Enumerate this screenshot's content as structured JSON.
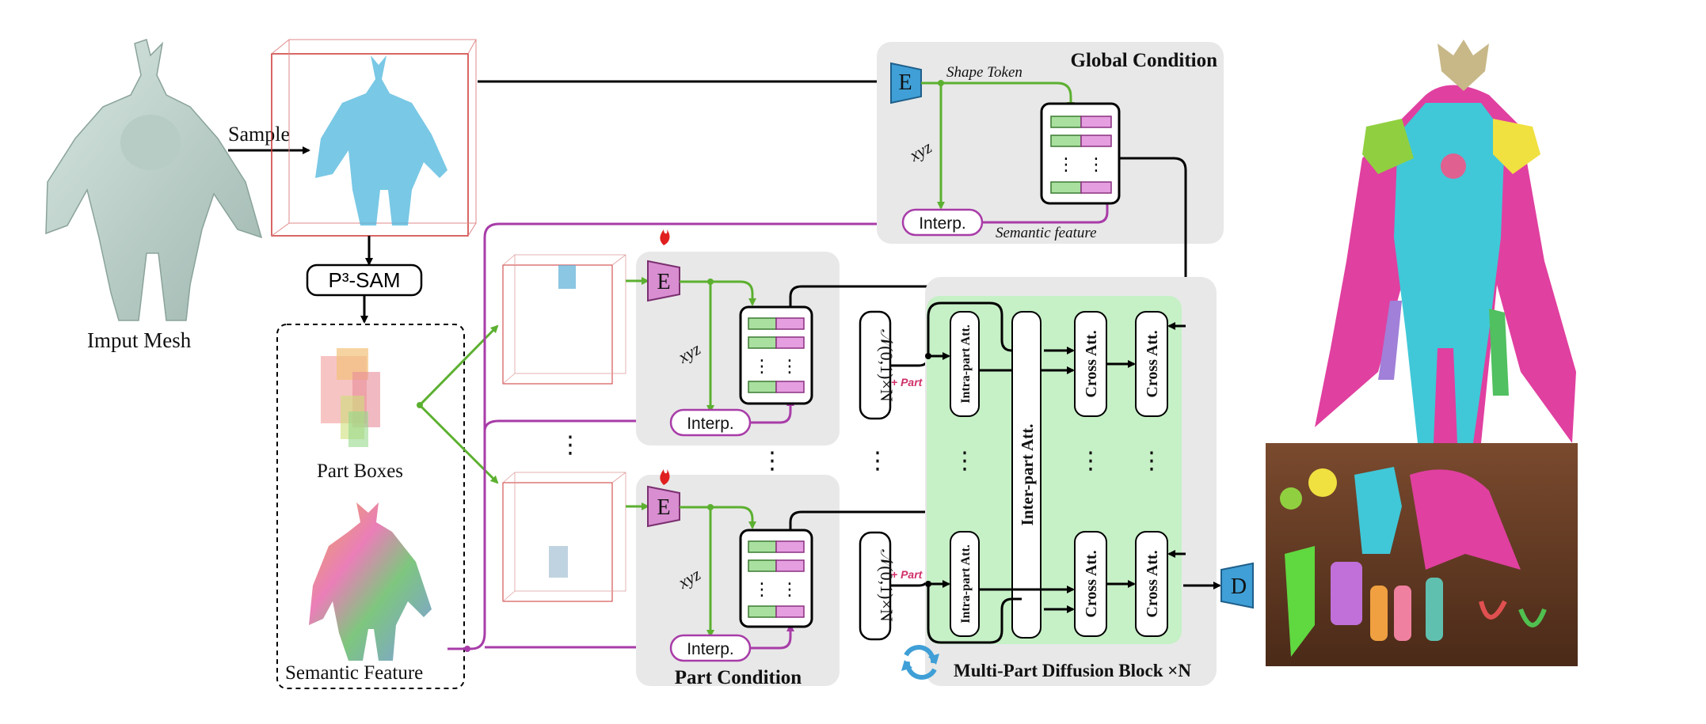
{
  "input": {
    "label": "Imput Mesh"
  },
  "sample": {
    "label": "Sample"
  },
  "p3sam": {
    "label": "P³-SAM"
  },
  "part_boxes": {
    "label": "Part Boxes"
  },
  "semantic_feature_label": "Semantic Feature",
  "global_condition": {
    "title": "Global Condition",
    "encoder": "E",
    "shape_token": "Shape Token",
    "xyz": "xyz",
    "interp": "Interp.",
    "semantic_feature": "Semantic feature"
  },
  "part_condition": {
    "title": "Part Condition",
    "encoder": "E",
    "xyz": "xyz",
    "interp": "Interp."
  },
  "noise": {
    "label": "𝒩(0,1)×N",
    "part_id": "+ Part ID."
  },
  "diffusion_block": {
    "title": "Multi-Part Diffusion Block ×N",
    "intra": "Intra-part Att.",
    "inter": "Inter-part Att.",
    "cross": "Cross Att."
  },
  "decoder": "D",
  "ellipsis": "⋮",
  "colors": {
    "green_arrow": "#5cb030",
    "purple_arrow": "#a83ca8",
    "encoder_blue": "#3f9fd6",
    "encoder_pink": "#d88ed0",
    "token_green": "#a9e0a0",
    "token_pink": "#e59ee0",
    "diffusion_bg": "#c6f0c6",
    "panel_gray": "#e8e8e8"
  }
}
